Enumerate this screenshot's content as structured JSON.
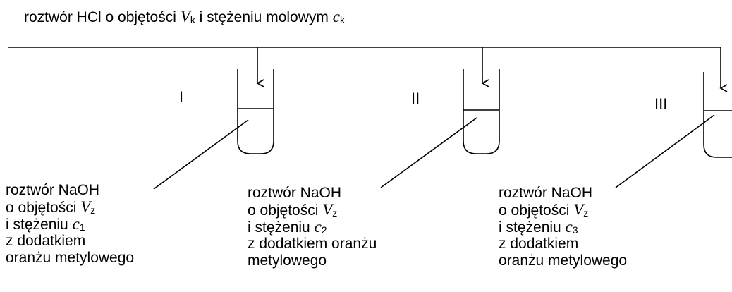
{
  "header": {
    "text_before_v": "roztwór HCl o objętości ",
    "v_symbol": "V",
    "v_subscript": "k",
    "text_middle": " i stężeniu molowym ",
    "c_symbol": "c",
    "c_subscript": "k"
  },
  "tubes": [
    {
      "numeral": "I",
      "label": {
        "line1": "roztwór NaOH",
        "line2_prefix": "o objętości ",
        "v_symbol": "V",
        "v_subscript": "z",
        "line3_prefix": "i stężeniu ",
        "c_symbol": "c",
        "c_subscript": "1",
        "line4": "z dodatkiem",
        "line5": "oranżu metylowego"
      }
    },
    {
      "numeral": "II",
      "label": {
        "line1": "roztwór NaOH",
        "line2_prefix": "o objętości ",
        "v_symbol": "V",
        "v_subscript": "z",
        "line3_prefix": "i stężeniu ",
        "c_symbol": "c",
        "c_subscript": "2",
        "line4": "z dodatkiem oranżu",
        "line5": "metylowego"
      }
    },
    {
      "numeral": "III",
      "label": {
        "line1": "roztwór NaOH",
        "line2_prefix": "o objętości ",
        "v_symbol": "V",
        "v_subscript": "z",
        "line3_prefix": "i stężeniu ",
        "c_symbol": "c",
        "c_subscript": "3",
        "line4": "z dodatkiem",
        "line5": "oranżu metylowego"
      }
    }
  ]
}
